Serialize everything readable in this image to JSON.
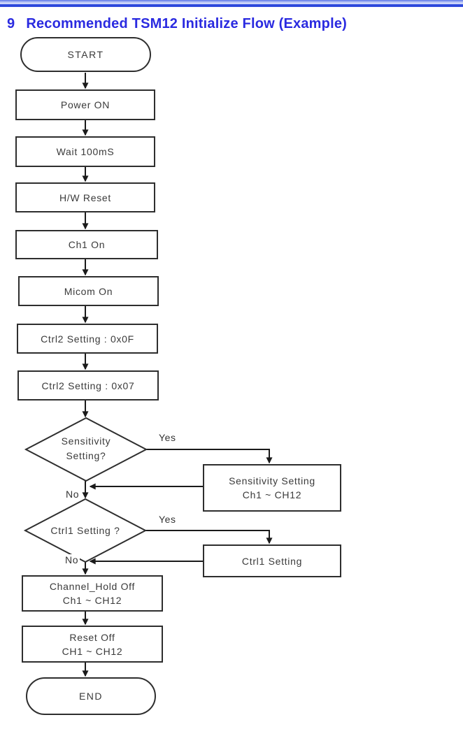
{
  "header": {
    "section_number": "9",
    "title": "Recommended TSM12 Initialize Flow (Example)"
  },
  "colors": {
    "title_blue": "#2a2ae0",
    "line_black": "#1a1a1a",
    "box_border": "#2e2e2e",
    "header_bar_dark": "#2440d8",
    "header_bar_light": "#e9edfd"
  },
  "flow": {
    "start": {
      "label": "START"
    },
    "steps": [
      {
        "label": "Power ON"
      },
      {
        "label": "Wait 100mS"
      },
      {
        "label": "H/W Reset"
      },
      {
        "label": "Ch1 On"
      },
      {
        "label": "Micom On"
      },
      {
        "label": "Ctrl2 Setting : 0x0F"
      },
      {
        "label": "Ctrl2 Setting : 0x07"
      }
    ],
    "decision1": {
      "line1": "Sensitivity",
      "line2": "Setting?",
      "yes_label": "Yes",
      "no_label": "No"
    },
    "sensitivity_box": {
      "line1": "Sensitivity Setting",
      "line2": "Ch1 ~ CH12"
    },
    "decision2": {
      "label": "Ctrl1 Setting ?",
      "yes_label": "Yes",
      "no_label": "No"
    },
    "ctrl1_box": {
      "label": "Ctrl1 Setting"
    },
    "channel_hold_box": {
      "line1": "Channel_Hold Off",
      "line2": "Ch1 ~ CH12"
    },
    "reset_off_box": {
      "line1": "Reset Off",
      "line2": "CH1 ~ CH12"
    },
    "end": {
      "label": "END"
    }
  }
}
